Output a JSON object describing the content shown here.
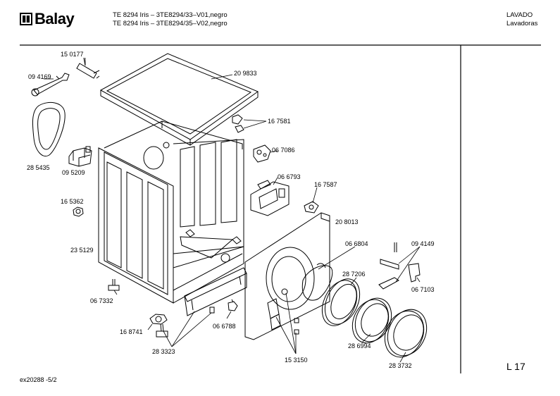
{
  "header": {
    "brand": "Balay",
    "model_line_1": "TE 8294 Iris – 3TE8294/33–V01,negro",
    "model_line_2": "TE 8294 Iris – 3TE8294/35–V02,negro",
    "section_title": "LAVADO",
    "section_subtitle": "Lavadoras"
  },
  "footer": {
    "document_code": "ex20288  -5/2",
    "page_code": "L 17"
  },
  "part_labels": [
    "15 0177",
    "09 4169",
    "28 5435",
    "09 5209",
    "16 5362",
    "23 5129",
    "06 7332",
    "16 8741",
    "28 3323",
    "06 6788",
    "20 9833",
    "16 7581",
    "06 7086",
    "06 6793",
    "16 7587",
    "20 8013",
    "06 6804",
    "09 4149",
    "28 7206",
    "06 7103",
    "28 6994",
    "15 3150",
    "28 3732"
  ],
  "colors": {
    "line": "#000000",
    "background": "#ffffff"
  }
}
